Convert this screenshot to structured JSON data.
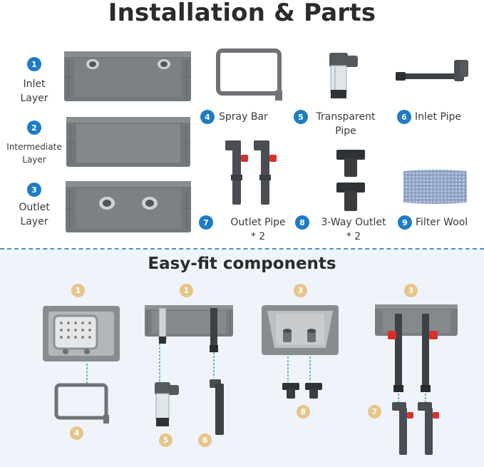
{
  "title": "Installation & Parts",
  "parts": {
    "p1": {
      "num": "1",
      "line1": "Inlet",
      "line2": "Layer"
    },
    "p2": {
      "num": "2",
      "line1": "Intermediate",
      "line2": "Layer"
    },
    "p3": {
      "num": "3",
      "line1": "Outlet",
      "line2": "Layer"
    },
    "p4": {
      "num": "4",
      "label": "Spray Bar"
    },
    "p5": {
      "num": "5",
      "line1": "Transparent",
      "line2": "Pipe"
    },
    "p6": {
      "num": "6",
      "label": "Inlet Pipe"
    },
    "p7": {
      "num": "7",
      "line1": "Outlet Pipe",
      "line2": "* 2"
    },
    "p8": {
      "num": "8",
      "line1": "3-Way Outlet",
      "line2": "* 2"
    },
    "p9": {
      "num": "9",
      "label": "Filter Wool"
    }
  },
  "subtitle": "Easy-fit components",
  "easyfit": {
    "b1": "1",
    "b2": "1",
    "b3": "3",
    "b4": "3",
    "b5": "4",
    "b6": "5",
    "b7": "6",
    "b8": "8",
    "b9": "7"
  },
  "colors": {
    "badge_blue": "#1f7cc4",
    "badge_gold": "#e7c489",
    "valve_red": "#d9302c",
    "tray_grey": "#7a7d80",
    "guide_green": "#3fae8c"
  },
  "icons": [
    "tray-inlet-layer",
    "tray-intermediate-layer",
    "tray-outlet-layer",
    "spray-bar",
    "transparent-pipe",
    "inlet-pipe",
    "outlet-pipe-pair",
    "3-way-outlet-pair",
    "filter-wool"
  ]
}
